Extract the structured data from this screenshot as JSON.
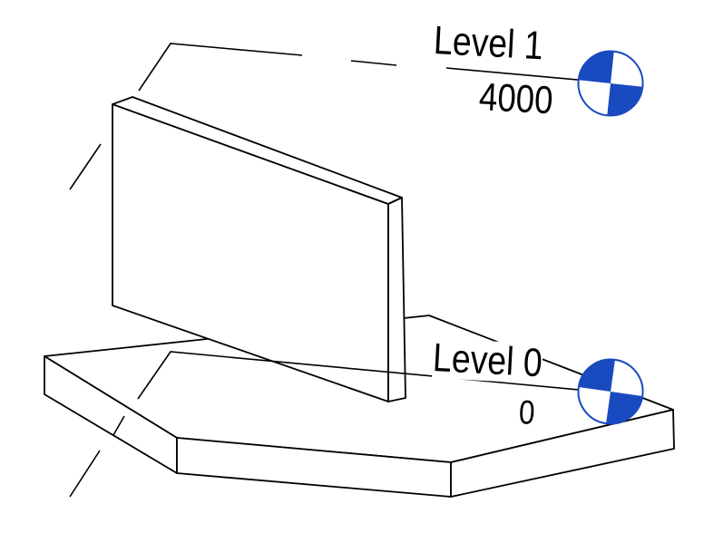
{
  "levels": {
    "level1": {
      "name": "Level 1",
      "elevation": "4000"
    },
    "level0": {
      "name": "Level 0",
      "elevation": "0"
    }
  },
  "colors": {
    "level_head_blue": "#1A4ABF",
    "model_line": "#000000",
    "background": "#FFFFFF"
  },
  "icons": {
    "level_head": "level-head-quartered-circle"
  }
}
